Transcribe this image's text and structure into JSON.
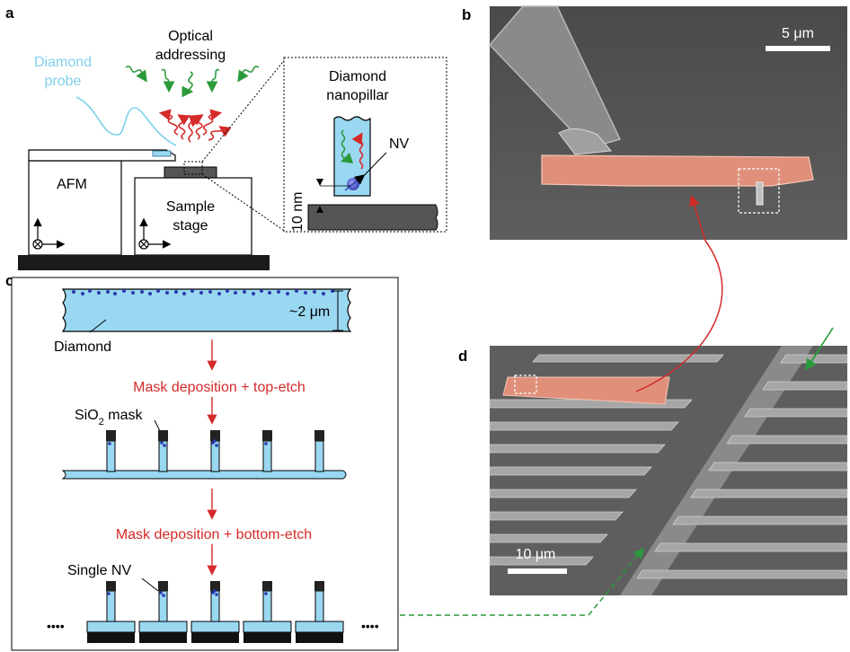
{
  "panels": {
    "a": {
      "label": "a",
      "optical_line1": "Optical",
      "optical_line2": "addressing",
      "probe_line1": "Diamond",
      "probe_line2": "probe",
      "afm": "AFM",
      "stage_line1": "Sample",
      "stage_line2": "stage",
      "inset_line1": "Diamond",
      "inset_line2": "nanopillar",
      "nv": "NV",
      "distance": "10 nm"
    },
    "b": {
      "label": "b",
      "scale": "5 μm"
    },
    "c": {
      "label": "c",
      "diamond": "Diamond",
      "thickness": "~2 μm",
      "step1": "Mask deposition + top-etch",
      "mask_main": "SiO",
      "mask_sub": "2",
      "mask_rest": " mask",
      "step2": "Mask deposition + bottom-etch",
      "single_nv": "Single NV",
      "dots_left": "••••",
      "dots_right": "••••"
    },
    "d": {
      "label": "d",
      "scale": "10 μm"
    }
  },
  "colors": {
    "diamond_fill": "#9ad8f2",
    "probe_cyan": "#7fd0ec",
    "red": "#d42a2a",
    "green": "#2a9a3a",
    "nv_blue": "#2a3ab0",
    "sem_bg": "#5a5a5a",
    "cantilever_orange": "#e0907a"
  }
}
